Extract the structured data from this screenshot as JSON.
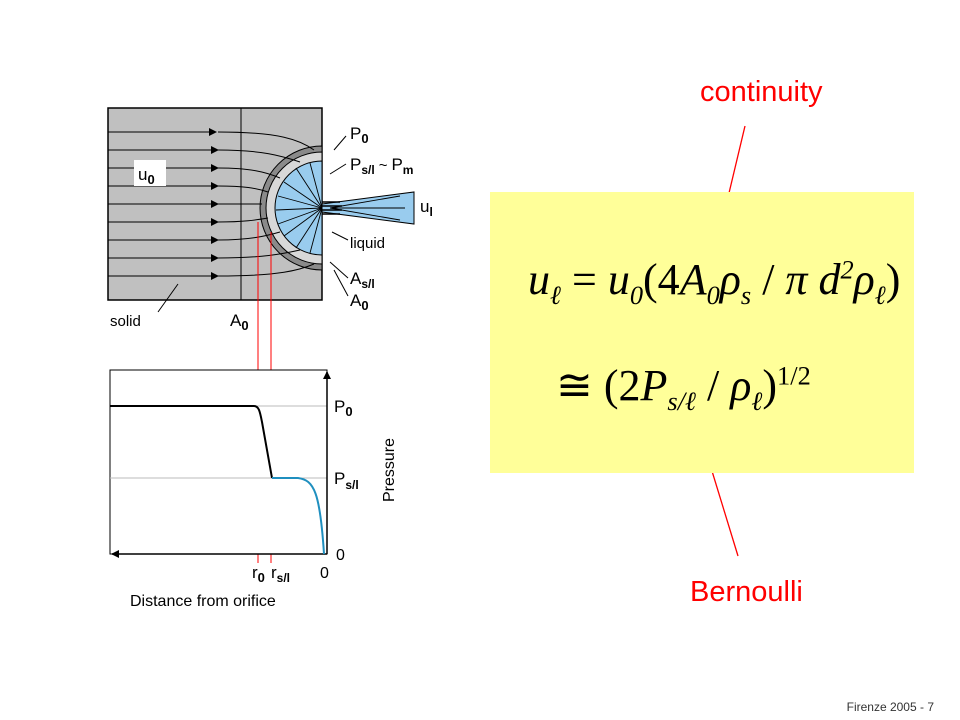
{
  "diagram": {
    "label_u0": "u",
    "label_u0_sub": "0",
    "label_P0": "P",
    "label_P0_sub": "0",
    "label_Psl": "P",
    "label_Psl_sub": "s/l",
    "label_tilde": "~",
    "label_Pm": "P",
    "label_Pm_sub": "m",
    "label_ul": "u",
    "label_ul_sub": "l",
    "label_liquid": "liquid",
    "label_Asl": "A",
    "label_Asl_sub": "s/l",
    "label_A0": "A",
    "label_A0_sub": "0",
    "label_solid": "solid",
    "label_A0_bottom": "A",
    "label_A0_bottom_sub": "0"
  },
  "chart": {
    "ytick_P0": "P",
    "ytick_P0_sub": "0",
    "ytick_Psl": "P",
    "ytick_Psl_sub": "s/l",
    "ytick_zero": "0",
    "ylabel": "Pressure",
    "xtick_r0": "r",
    "xtick_r0_sub": "0",
    "xtick_rsl": "r",
    "xtick_rsl_sub": "s/l",
    "xtick_zero": "0",
    "xlabel": "Distance from orifice"
  },
  "labels": {
    "continuity": "continuity",
    "bernoulli": "Bernoulli"
  },
  "footer": "Firenze  2005 - 7",
  "colors": {
    "accent_red": "#ff0000",
    "panel_yellow": "#ffff99",
    "liquid_blue": "#99ccee",
    "solid_gray": "#c0c0c0",
    "curve_blue": "#1f8fbf"
  }
}
